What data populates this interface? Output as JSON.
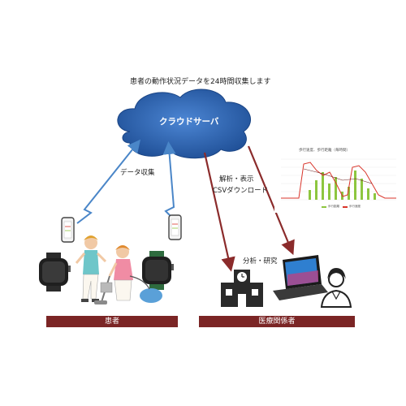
{
  "header": {
    "title": "患者の動作状況データを24時間収集します"
  },
  "cloud": {
    "label": "クラウドサーバ",
    "color": "#2e66b5"
  },
  "arrows": {
    "collect_label": "データ収集",
    "download_label_1": "解析・表示",
    "download_label_2": "CSVダウンロード",
    "research_label": "分析・研究",
    "upload_color": "#4a86c8",
    "download_color": "#8b2b2b"
  },
  "patients": {
    "bar_label": "患者"
  },
  "medical": {
    "bar_label": "医療関係者"
  },
  "mini_chart": {
    "title": "歩行速度、歩行距離（毎時間）",
    "legend": [
      "歩行距離",
      "歩行速度"
    ],
    "bar_color": "#8dc63f",
    "line_color": "#d9352b"
  },
  "colors": {
    "bar_bg": "#7b2525",
    "ink": "#333333"
  }
}
